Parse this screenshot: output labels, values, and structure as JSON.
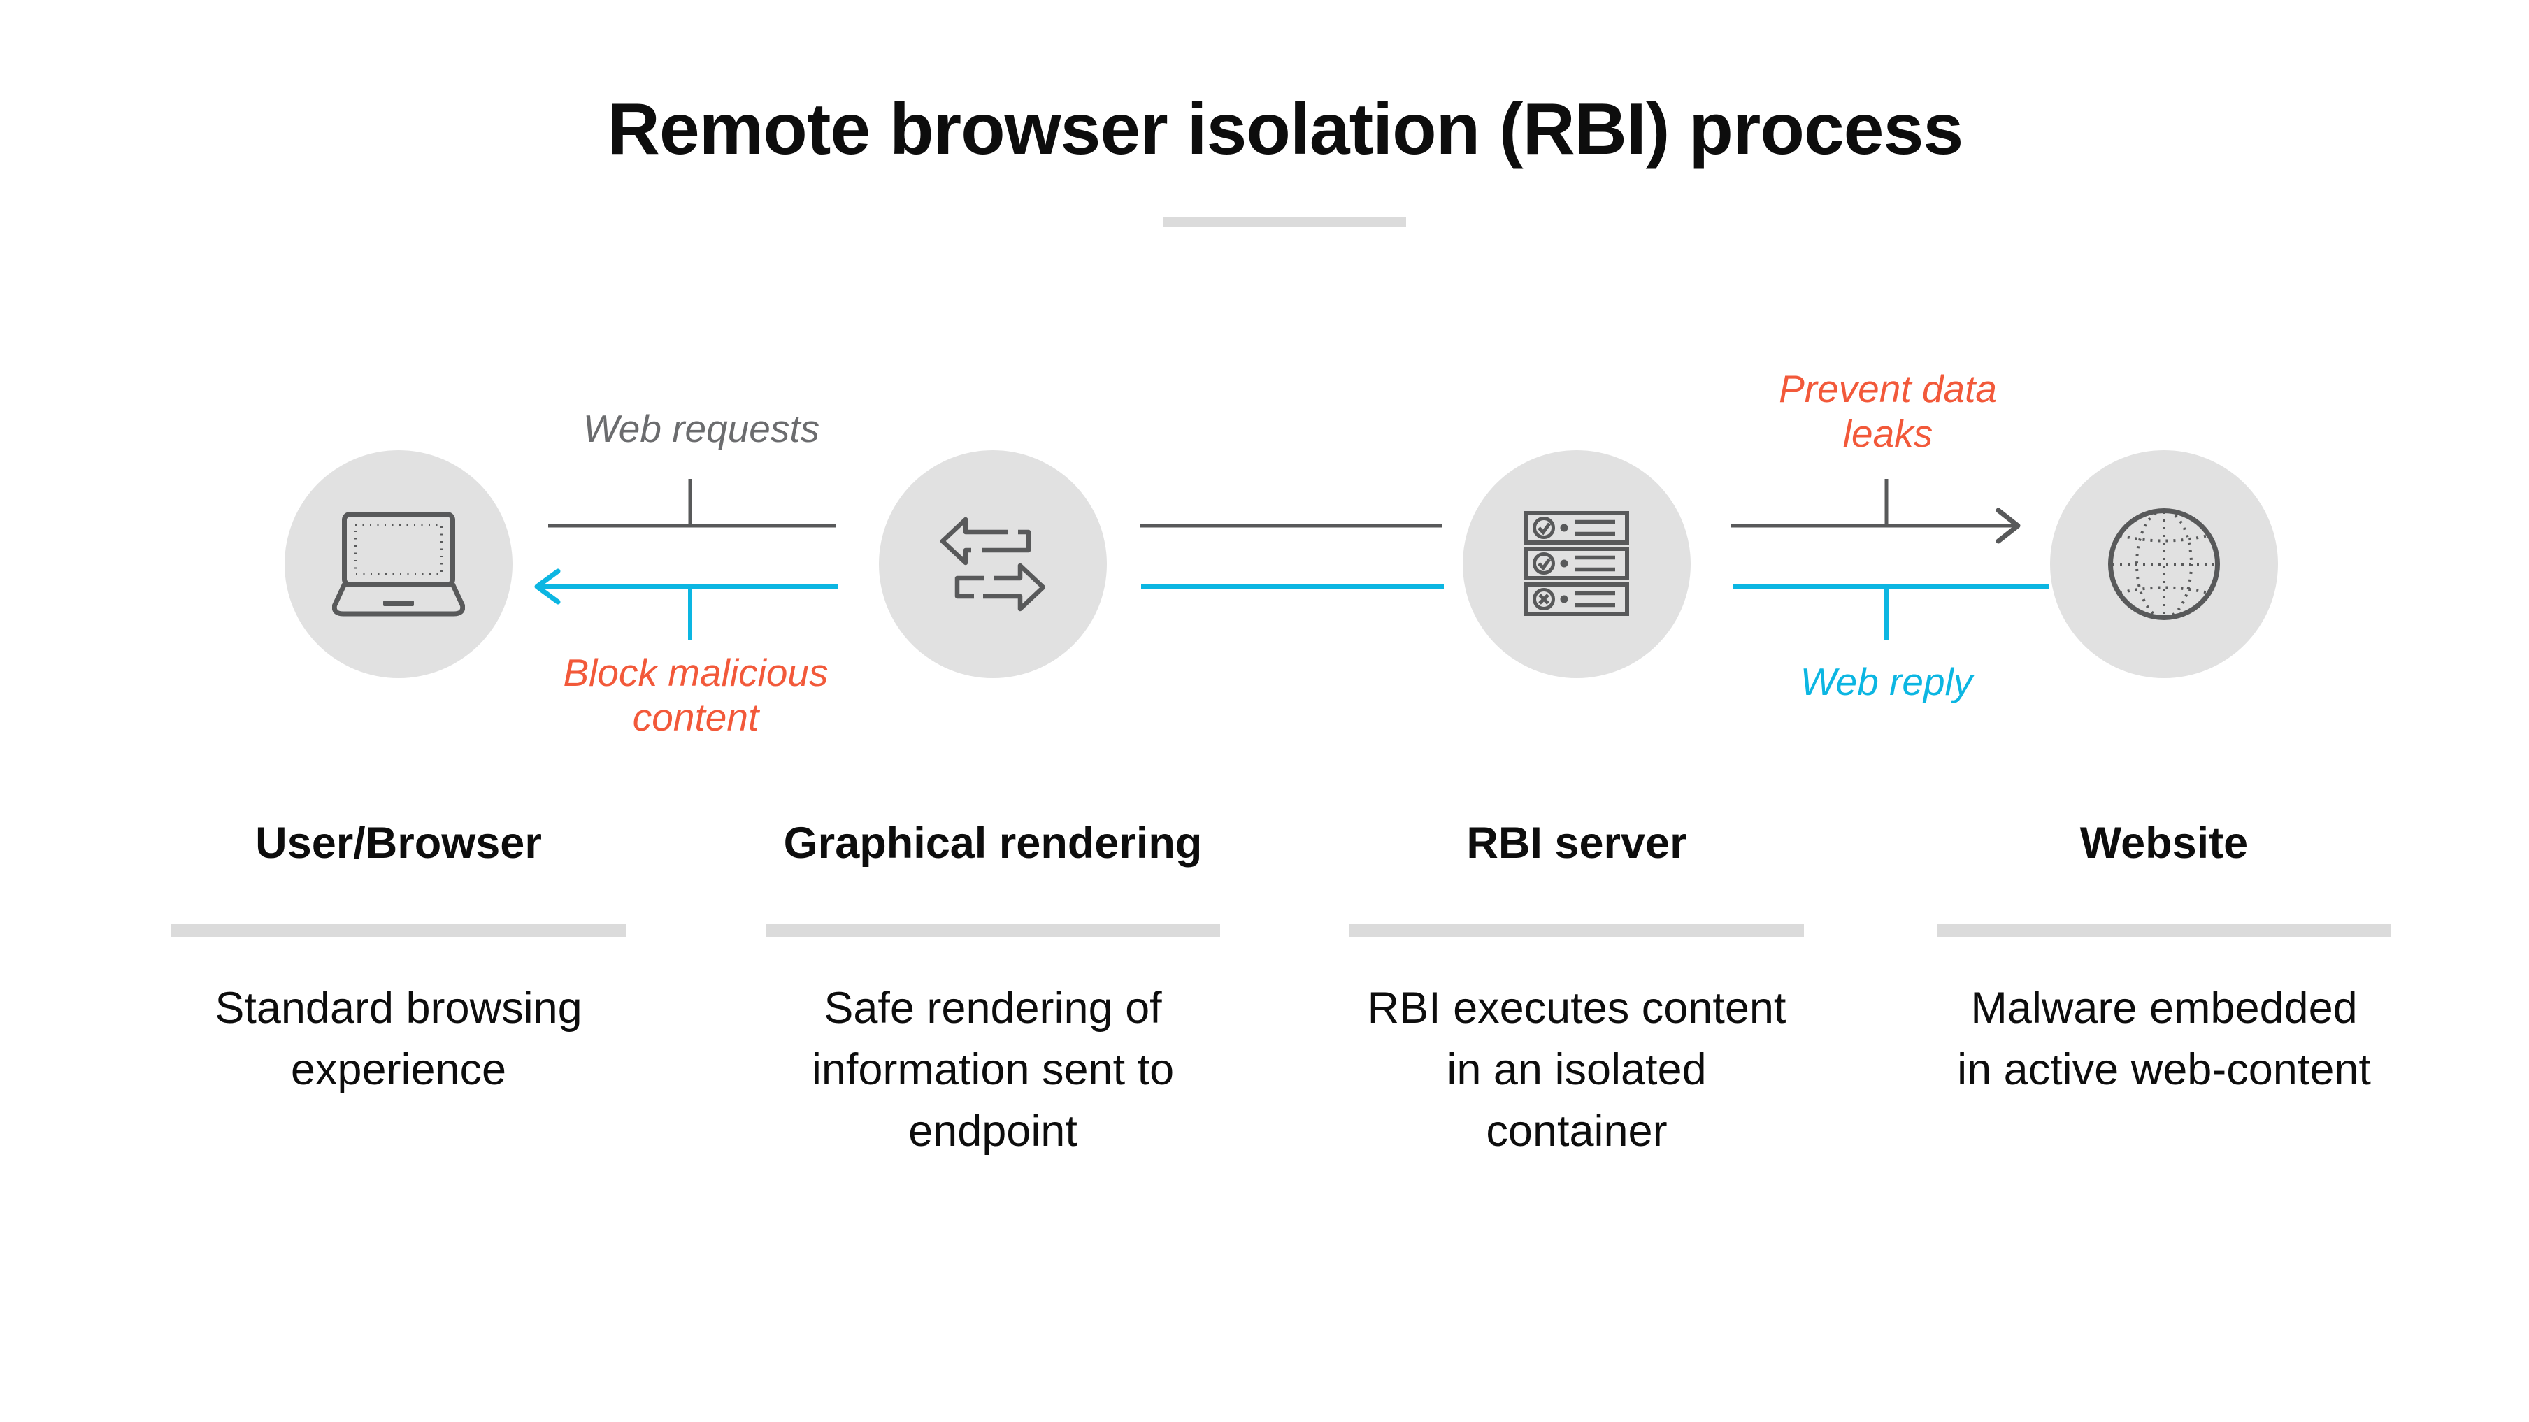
{
  "title": "Remote browser isolation (RBI) process",
  "flow_labels": {
    "web_requests": "Web requests",
    "block_malicious": "Block malicious\ncontent",
    "prevent_leaks": "Prevent data\nleaks",
    "web_reply": "Web reply"
  },
  "columns": [
    {
      "heading": "User/Browser",
      "description": "Standard browsing\nexperience",
      "icon": "laptop-icon"
    },
    {
      "heading": "Graphical rendering",
      "description": "Safe rendering of\ninformation sent to\nendpoint",
      "icon": "transfer-arrows-icon"
    },
    {
      "heading": "RBI server",
      "description": "RBI executes content\nin an isolated\ncontainer",
      "icon": "server-rack-icon"
    },
    {
      "heading": "Website",
      "description": "Malware embedded\nin active web-content",
      "icon": "globe-icon"
    }
  ],
  "colors": {
    "background": "#ffffff",
    "text": "#0d0d0d",
    "icon_gray": "#58595a",
    "circle_gray": "#e1e1e1",
    "rule_gray": "#dbdbdb",
    "label_gray": "#6b6c6e",
    "accent_orange": "#f2593a",
    "accent_cyan": "#0cb6e2"
  }
}
